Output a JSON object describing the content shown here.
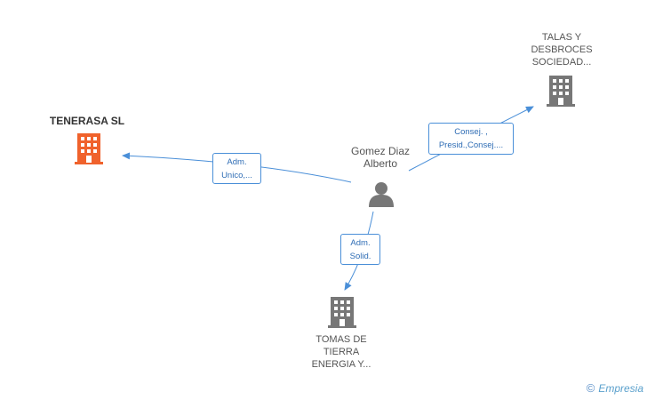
{
  "colors": {
    "edge": "#4a8fd8",
    "company_main": "#f0622c",
    "company": "#777777",
    "person": "#777777"
  },
  "person": {
    "name_line1": "Gomez Diaz",
    "name_line2": "Alberto",
    "icon": "person-icon"
  },
  "companies": {
    "tenerasa": {
      "name": "TENERASA SL",
      "icon": "building-icon",
      "highlight": true
    },
    "talas": {
      "line1": "TALAS Y",
      "line2": "DESBROCES",
      "line3": "SOCIEDAD...",
      "icon": "building-icon"
    },
    "tomas": {
      "line1": "TOMAS DE",
      "line2": "TIERRA",
      "line3": "ENERGIA Y...",
      "icon": "building-icon"
    }
  },
  "edges": {
    "tenerasa": {
      "line1": "Adm.",
      "line2": "Unico,..."
    },
    "talas": {
      "line1": "Consej. ,",
      "line2": "Presid.,Consej...."
    },
    "tomas": {
      "line1": "Adm.",
      "line2": "Solid."
    }
  },
  "brand": {
    "copyright": "©",
    "name": "Empresia"
  }
}
